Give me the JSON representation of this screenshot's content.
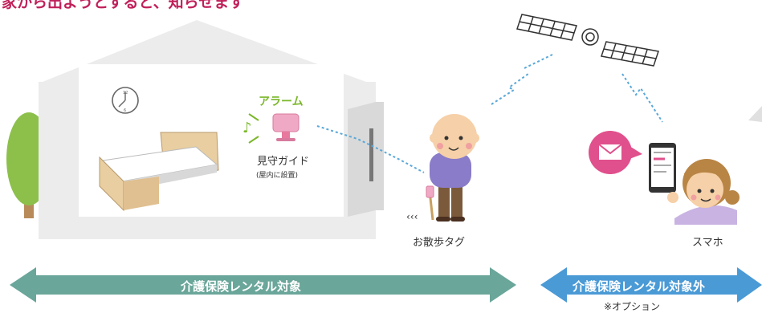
{
  "header": {
    "text": "家から出ようとすると、知らせます"
  },
  "device": {
    "alarm_label": "アラーム",
    "name": "見守ガイド",
    "note": "(屋内に設置)"
  },
  "walker": {
    "label": "お散歩タグ"
  },
  "phone": {
    "label": "スマホ"
  },
  "banners": {
    "covered": "介護保険レンタル対象",
    "not_covered": "介護保険レンタル対象外"
  },
  "footer": {
    "cut_text": "※オプション"
  },
  "colors": {
    "green_banner": "#6aa69a",
    "blue_banner": "#4a9ad6",
    "accent": "#e0508c",
    "alarm": "#7cb72c"
  }
}
